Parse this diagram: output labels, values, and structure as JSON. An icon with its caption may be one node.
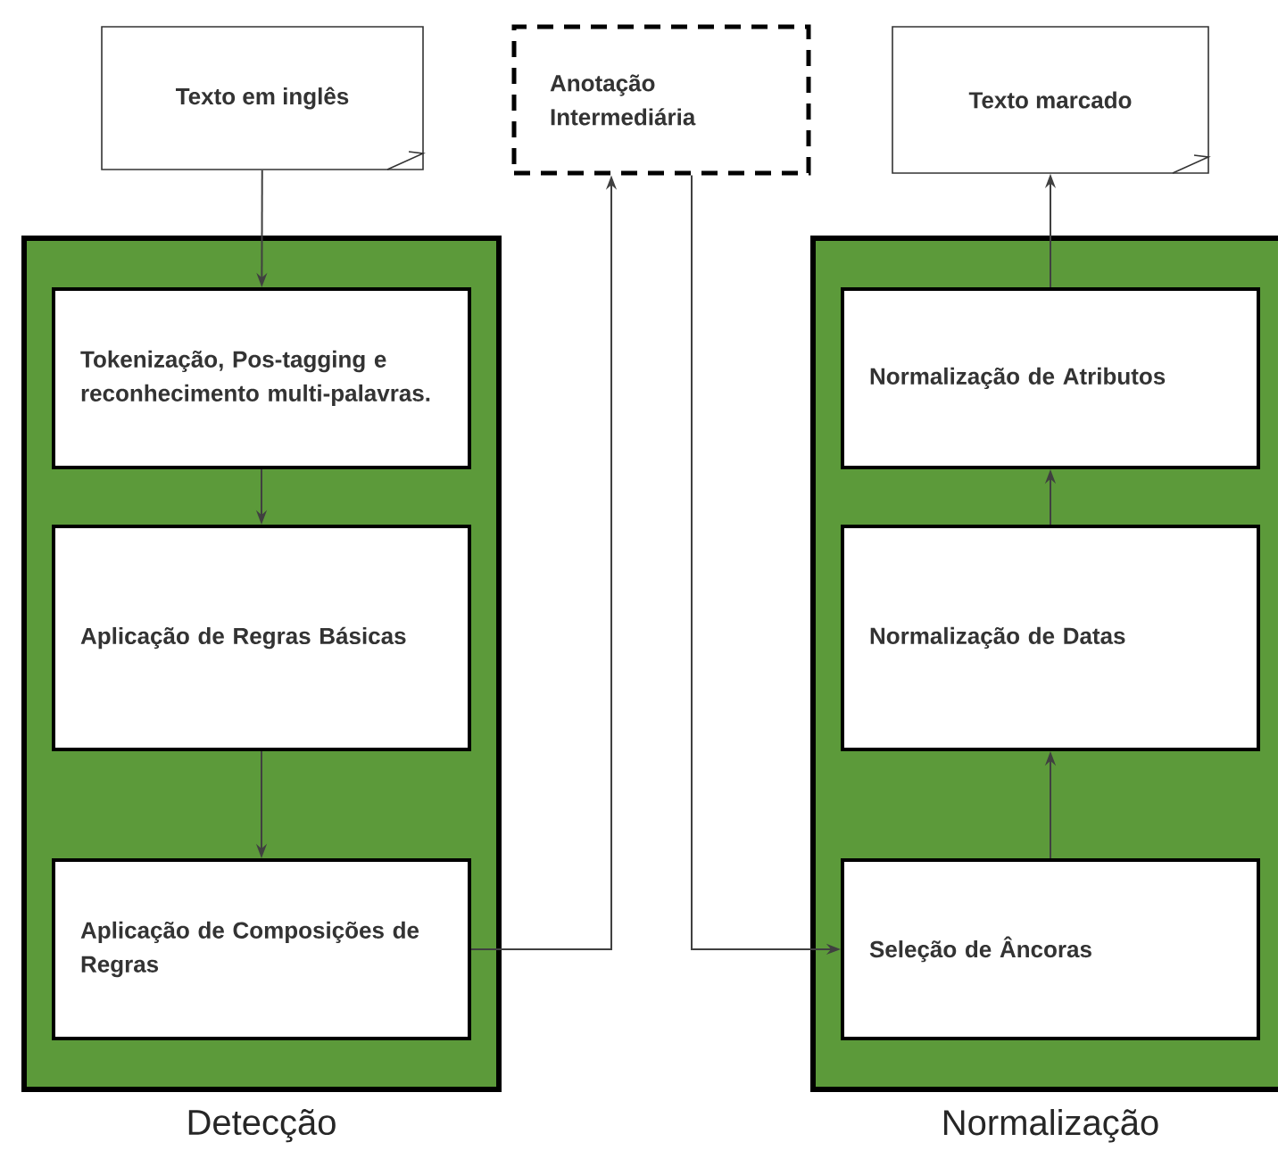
{
  "diagram": {
    "nodes": [
      {
        "text": [
          "Texto em inglês"
        ]
      },
      {
        "text": [
          "Anotação Intermediária"
        ]
      },
      {
        "text": [
          "Texto marcado"
        ]
      },
      {
        "text": [
          "Detecção"
        ]
      },
      {
        "text": [
          "Tokenização, Pos-tagging e reconhecimento multi-palavras."
        ],
        "in": 3
      },
      {
        "text": [
          "Aplicação de Regras Básicas"
        ],
        "in": 3
      },
      {
        "text": [
          "Aplicação de Composições de Regras"
        ],
        "in": 3
      },
      {
        "text": [
          "Normalização"
        ]
      },
      {
        "text": [
          "Normalização de Atributos"
        ],
        "in": 7
      },
      {
        "text": [
          "Normalização de Datas"
        ],
        "in": 7
      },
      {
        "text": [
          "Seleção de Âncoras"
        ],
        "in": 7
      }
    ],
    "edges": [
      {
        "from": 0,
        "to": 4,
        "arrow": "to"
      },
      {
        "from": 4,
        "to": 5,
        "arrow": "to"
      },
      {
        "from": 5,
        "to": 6,
        "arrow": "to"
      },
      {
        "from": 6,
        "to": 1,
        "arrow": "to"
      },
      {
        "from": 1,
        "to": 10,
        "arrow": "to"
      },
      {
        "from": 10,
        "to": 9,
        "arrow": "to"
      },
      {
        "from": 9,
        "to": 8,
        "arrow": "to"
      },
      {
        "from": 8,
        "to": 2,
        "arrow": "to"
      }
    ]
  }
}
